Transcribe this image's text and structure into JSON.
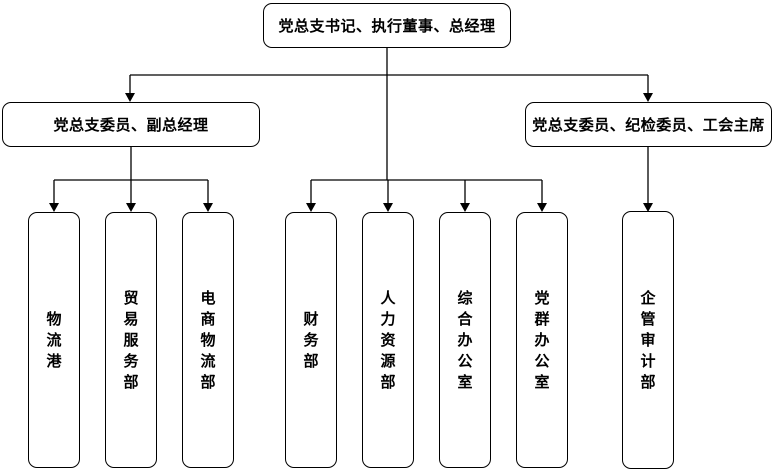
{
  "diagram": {
    "type": "org-chart",
    "root": {
      "label": "党总支书记、执行董事、总经理"
    },
    "level2": [
      {
        "label": "党总支委员、副总经理"
      },
      {
        "label": "党总支委员、纪检委员、工会主席"
      }
    ],
    "departments": [
      {
        "label": "物流港"
      },
      {
        "label": "贸易服务部"
      },
      {
        "label": "电商物流部"
      },
      {
        "label": "财务部"
      },
      {
        "label": "人力资源部"
      },
      {
        "label": "综合办公室"
      },
      {
        "label": "党群办公室"
      },
      {
        "label": "企管审计部"
      }
    ],
    "colors": {
      "background": "#ffffff",
      "box_fill": "#ffffff",
      "box_border": "#000000",
      "line": "#000000",
      "text": "#000000"
    }
  }
}
